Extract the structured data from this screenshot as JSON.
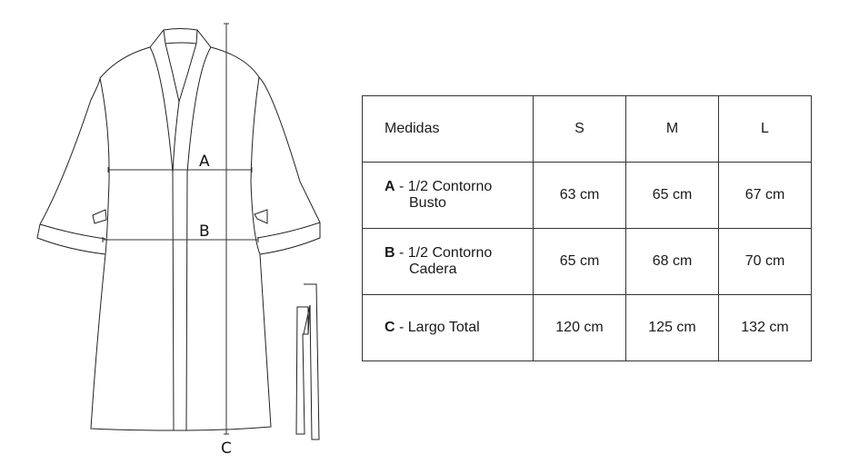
{
  "diagram": {
    "label_a": "A",
    "label_b": "B",
    "label_c": "C"
  },
  "table": {
    "header": {
      "label": "Medidas",
      "sizes": [
        "S",
        "M",
        "L"
      ]
    },
    "rows": [
      {
        "key": "A",
        "sep": " - ",
        "line1": "1/2 Contorno",
        "line2": "Busto",
        "values": [
          "63 cm",
          "65 cm",
          "67 cm"
        ]
      },
      {
        "key": "B",
        "sep": " - ",
        "line1": "1/2 Contorno",
        "line2": "Cadera",
        "values": [
          "65 cm",
          "68 cm",
          "70 cm"
        ]
      },
      {
        "key": "C",
        "sep": " - ",
        "line1": "Largo Total",
        "line2": "",
        "values": [
          "120 cm",
          "125 cm",
          "132 cm"
        ]
      }
    ]
  }
}
